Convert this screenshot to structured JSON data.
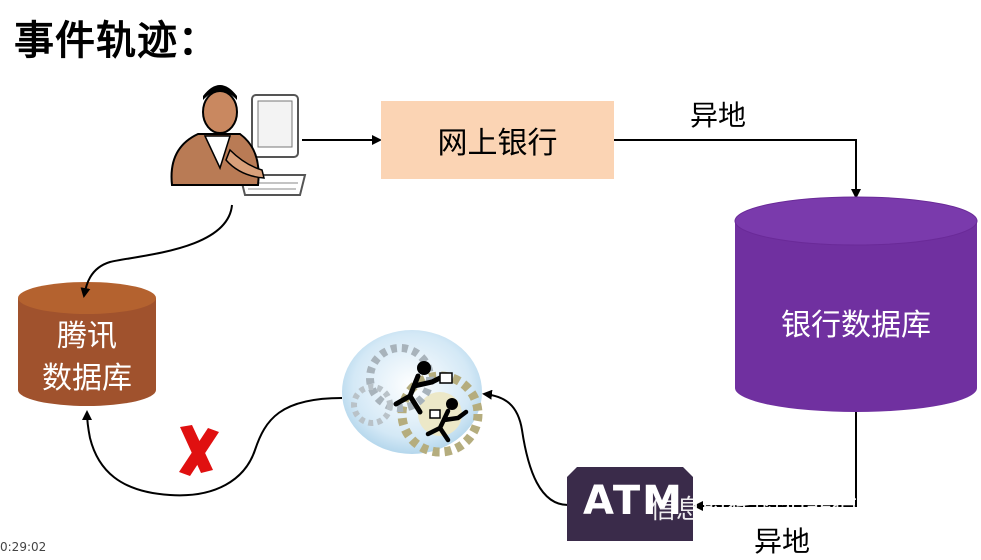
{
  "title": "事件轨迹：",
  "nodes": {
    "online_bank": "网上银行",
    "bank_db": "银行数据库",
    "tencent_db_line1": "腾讯",
    "tencent_db_line2": "数据库",
    "atm": "ATM"
  },
  "edge_labels": {
    "remote_top": "异地",
    "remote_bottom": "异地"
  },
  "watermark": "信息时代的犯罪侦查",
  "timestamp": "0:29:02",
  "colors": {
    "online_bank_fill": "#fbd4b4",
    "bank_db_fill": "#7030a0",
    "tencent_db_fill": "#a0522d",
    "atm_fill": "#3a2b4a",
    "blocked_mark": "#e01010"
  },
  "icons": [
    "person-at-computer-icon",
    "running-figures-gears-icon",
    "blocked-x-icon",
    "wechat-icon"
  ]
}
